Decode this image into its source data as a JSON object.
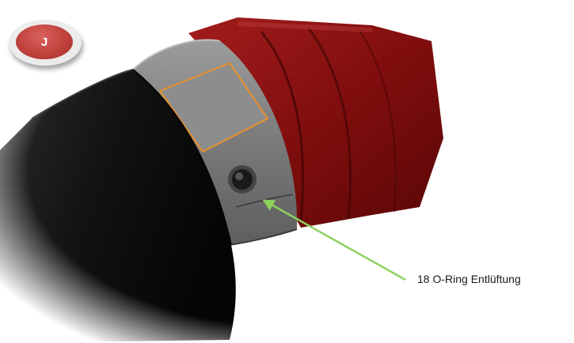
{
  "badge": {
    "letter": "J"
  },
  "callout": {
    "label": "18 O-Ring Entlüftung"
  },
  "colors": {
    "red_body": "#8b1212",
    "black_body": "#141414",
    "steel_ring": "#7d7d7d",
    "highlight_face": "#e8912c",
    "arrow": "#8ed25e",
    "badge": "#c0413c"
  },
  "icons": [
    "vent-hole-icon",
    "arrow-pointer"
  ]
}
